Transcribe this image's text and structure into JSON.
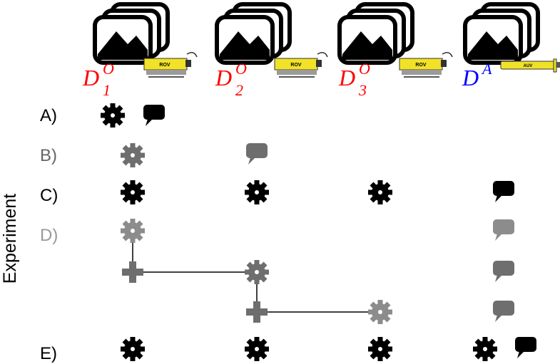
{
  "datasets": [
    {
      "id": "d1",
      "symbol": "D",
      "sub": "1",
      "sup": "O",
      "color": "#ff0000",
      "vehicle": "ROV"
    },
    {
      "id": "d2",
      "symbol": "D",
      "sub": "2",
      "sup": "O",
      "color": "#ff0000",
      "vehicle": "ROV"
    },
    {
      "id": "d3",
      "symbol": "D",
      "sub": "3",
      "sup": "O",
      "color": "#ff0000",
      "vehicle": "ROV"
    },
    {
      "id": "da",
      "symbol": "D",
      "sub": "",
      "sup": "A",
      "color": "#0000ff",
      "vehicle": "AUV"
    }
  ],
  "axis_label": "Experiment",
  "rows": [
    {
      "id": "A",
      "label": "A)",
      "color": "#000000"
    },
    {
      "id": "B",
      "label": "B)",
      "color": "#666666"
    },
    {
      "id": "C",
      "label": "C)",
      "color": "#000000"
    },
    {
      "id": "D",
      "label": "D)",
      "color": "#999999"
    },
    {
      "id": "E",
      "label": "E)",
      "color": "#000000"
    }
  ],
  "colors": {
    "black": "#000000",
    "gray": "#6e6e6e",
    "light_gray": "#8c8c8c",
    "vehicle_yellow": "#f2e227"
  },
  "icons": [
    "image-stack-icon",
    "rov-vehicle-icon",
    "auv-vehicle-icon",
    "gear-icon",
    "speech-bubble-icon",
    "plus-merge-icon"
  ]
}
